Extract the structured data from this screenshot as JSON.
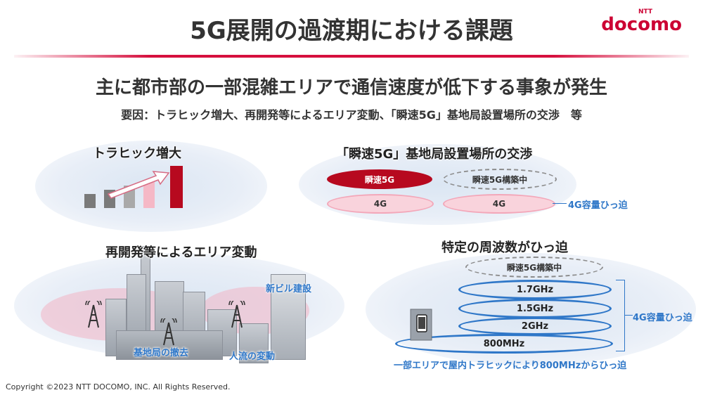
{
  "title": "5G展開の過渡期における課題",
  "logo": {
    "ntt": "NTT",
    "word": "docomo"
  },
  "subtitle": "主に都市部の一部混雑エリアで通信速度が低下する事象が発生",
  "cause": "要因：トラヒック増大、再開発等によるエリア変動、「瞬速5G」基地局設置場所の交渉　等",
  "panels": {
    "traffic": {
      "label": "トラヒック増大"
    },
    "negotiation": {
      "label": "「瞬速5G」基地局設置場所の交渉",
      "pill_5g": "瞬速5G",
      "pill_building": "瞬速5G構築中",
      "pill_4g_left": "4G",
      "pill_4g_right": "4G",
      "note": "4G容量ひっ迫"
    },
    "redevelop": {
      "label": "再開発等によるエリア変動",
      "new_building": "新ビル建設",
      "removal": "基地局の撤去",
      "flow": "人流の変動"
    },
    "frequency": {
      "label": "特定の周波数がひっ迫",
      "building": "瞬速5G構築中",
      "bands": [
        "1.7GHz",
        "1.5GHz",
        "2GHz",
        "800MHz"
      ],
      "note": "4G容量ひっ迫",
      "bottom_note": "一部エリアで屋内トラヒックにより800MHzからひっ迫"
    }
  },
  "colors": {
    "brand": "#cc0033",
    "blue": "#2f77c8",
    "red_bar": "#b7091f",
    "pink": "#f9d3dc"
  },
  "copyright": "Copyright ©2023 NTT DOCOMO, INC. All Rights Reserved."
}
